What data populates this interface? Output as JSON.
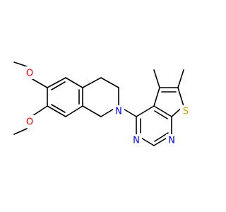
{
  "atom_labels": {
    "o_upper": "O",
    "o_lower": "O",
    "n_ring": "N",
    "n_pyr_1": "N",
    "n_pyr_2": "N",
    "s_thio": "S"
  },
  "colors": {
    "bond": "#000000",
    "oxygen": "#ff0000",
    "nitrogen": "#0000ff",
    "sulfur": "#c8a000",
    "background": "#ffffff"
  }
}
